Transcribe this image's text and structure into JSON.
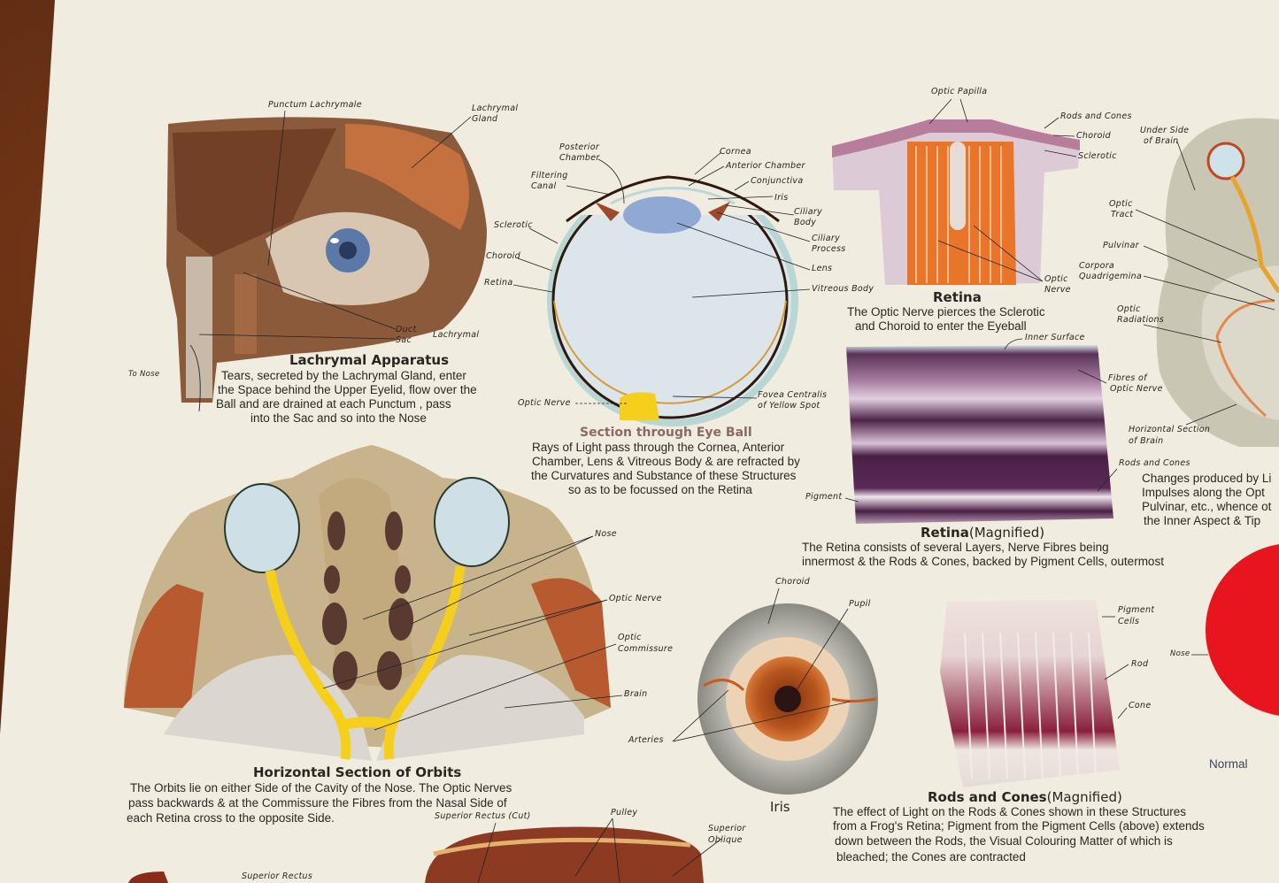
{
  "lachrymal": {
    "title": "Lachrymal Apparatus",
    "caption": [
      "Tears, secreted by the Lachrymal Gland, enter",
      "the Space behind the Upper Eyelid, flow over the",
      "Ball and are drained at each Punctum , pass",
      "into the Sac and so into the Nose"
    ],
    "labels": {
      "punctum": "Punctum Lachrymale",
      "gland_1": "Lachrymal",
      "gland_2": "Gland",
      "duct": "Duct",
      "sac": "Sac",
      "lachrymal": "Lachrymal",
      "to_nose": "To Nose"
    }
  },
  "eyeball": {
    "title": "Section through Eye Ball",
    "caption": [
      "Rays of Light pass through the Cornea, Anterior",
      "Chamber, Lens & Vitreous Body & are refracted by",
      "the Curvatures and Substance of these Structures",
      "so as to be focussed on the Retina"
    ],
    "labels": {
      "posterior_1": "Posterior",
      "posterior_2": "Chamber",
      "filtering_1": "Filtering",
      "filtering_2": "Canal",
      "cornea": "Cornea",
      "anterior": "Anterior Chamber",
      "conjunctiva": "Conjunctiva",
      "iris": "Iris",
      "ciliary_body_1": "Ciliary",
      "ciliary_body_2": "Body",
      "ciliary_process_1": "Ciliary",
      "ciliary_process_2": "Process",
      "lens": "Lens",
      "vitreous": "Vitreous Body",
      "sclerotic": "Sclerotic",
      "choroid": "Choroid",
      "retina": "Retina",
      "optic_nerve": "Optic Nerve",
      "fovea_1": "Fovea Centralis",
      "fovea_2": "of Yellow Spot"
    }
  },
  "retina": {
    "title": "Retina",
    "caption": [
      "The Optic Nerve pierces the Sclerotic",
      "and Choroid to enter the Eyeball"
    ],
    "labels": {
      "papilla": "Optic Papilla",
      "rods_cones": "Rods and Cones",
      "choroid": "Choroid",
      "sclerotic": "Sclerotic",
      "optic_1": "Optic",
      "optic_2": "Nerve"
    }
  },
  "retina_magnified": {
    "title": "Retina",
    "title_suffix": "(Magnified)",
    "caption": [
      "The Retina consists of several Layers, Nerve Fibres being",
      "innermost & the Rods & Cones, backed by Pigment Cells, outermost"
    ],
    "labels": {
      "inner_surface": "Inner Surface",
      "pigment": "Pigment",
      "fibres_1": "Fibres of",
      "fibres_2": "Optic Nerve",
      "rods_cones": "Rods and Cones"
    }
  },
  "brain": {
    "caption": [
      "Changes produced by Li",
      "Impulses along the Opt",
      "Pulvinar, etc., whence ot",
      "the Inner Aspect & Tip"
    ],
    "labels": {
      "under_1": "Under Side",
      "under_2": "of Brain",
      "tract_1": "Optic",
      "tract_2": "Tract",
      "pulvinar": "Pulvinar",
      "corpora_1": "Corpora",
      "corpora_2": "Quadrigemina",
      "radiations_1": "Optic",
      "radiations_2": "Radiations",
      "horizontal_1": "Horizontal Section",
      "horizontal_2": "of Brain"
    }
  },
  "orbits": {
    "title": "Horizontal Section of Orbits",
    "caption": [
      "The Orbits lie on either Side of the Cavity of the Nose. The Optic Nerves",
      "pass backwards & at the Commissure the Fibres from the Nasal Side of",
      "each Retina cross to the opposite Side."
    ],
    "labels": {
      "nose": "Nose",
      "optic_nerve": "Optic Nerve",
      "commissure_1": "Optic",
      "commissure_2": "Commissure",
      "brain": "Brain"
    }
  },
  "iris": {
    "title": "Iris",
    "labels": {
      "choroid": "Choroid",
      "pupil": "Pupil",
      "arteries": "Arteries"
    }
  },
  "rods_cones": {
    "title": "Rods and Cones",
    "title_suffix": "(Magnified)",
    "caption": [
      "The effect of Light on the Rods & Cones shown in these Structures",
      "from a Frog's Retina; Pigment from the Pigment Cells (above) extends",
      "down between the Rods, the Visual Colouring Matter of which is",
      "bleached; the Cones are contracted"
    ],
    "labels": {
      "pigment_1": "Pigment",
      "pigment_2": "Cells",
      "rod": "Rod",
      "cone": "Cone"
    }
  },
  "field": {
    "labels": {
      "nose": "Nose",
      "normal": "Normal"
    },
    "color": "#e8141e"
  },
  "bottom": {
    "labels": {
      "sup_rectus_cut": "Superior Rectus (Cut)",
      "pulley": "Pulley",
      "sup_oblique_1": "Superior",
      "sup_oblique_2": "Oblique",
      "sup_rectus": "Superior Rectus"
    }
  },
  "colors": {
    "paper": "#f0ecdf",
    "wood": "#5a2a14",
    "nerve": "#f5cf1c",
    "lens": "#8fa9d4"
  }
}
